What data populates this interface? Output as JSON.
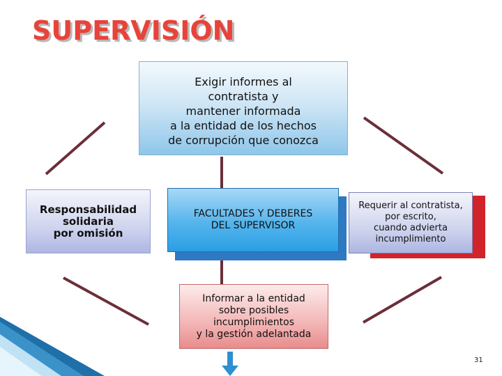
{
  "slide": {
    "title": "SUPERVISIÓN",
    "page_number": "31"
  },
  "diagram": {
    "top_box": "Exigir informes al\ncontratista  y\nmantener informada\na la entidad de los hechos\nde corrupción que conozca",
    "left_box": "Responsabilidad\nsolidaria\npor omisión",
    "center_box": "FACULTADES  Y DEBERES\nDEL SUPERVISOR",
    "right_box": "Requerir al contratista,\npor escrito,\ncuando advierta\nincumplimiento",
    "bottom_box": "Informar a la entidad\nsobre posibles\nincumplimientos\ny la gestión adelantada"
  },
  "colors": {
    "title": "#e8433a",
    "connector": "#6b2f3a",
    "arrow": "#2f8fd0"
  }
}
